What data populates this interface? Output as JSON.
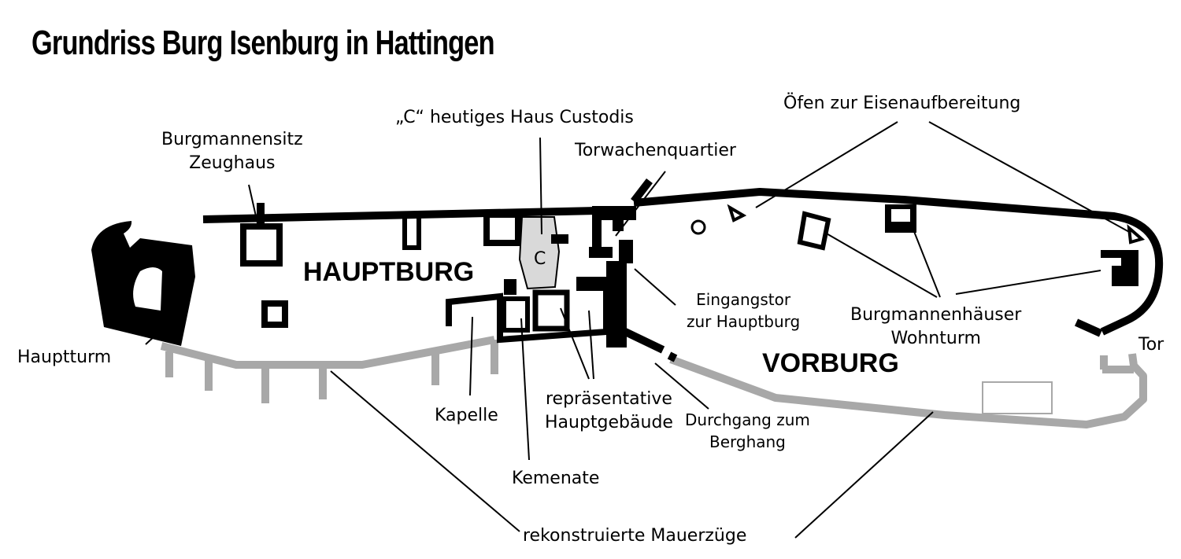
{
  "title": "Grundriss Burg Isenburg in Hattingen",
  "areas": {
    "hauptburg": "HAUPTBURG",
    "vorburg": "VORBURG",
    "custodis_mark": "C"
  },
  "labels": {
    "burgmannensitz_line1": "Burgmannensitz",
    "burgmannensitz_line2": "Zeughaus",
    "custodis": "„C“ heutiges Haus Custodis",
    "torwachenquartier": "Torwachenquartier",
    "oefen": "Öfen zur Eisenaufbereitung",
    "hauptturm": "Hauptturm",
    "eingangstor_line1": "Eingangstor",
    "eingangstor_line2": "zur Hauptburg",
    "burgmannenhaeuser_line1": "Burgmannenhäuser",
    "burgmannenhaeuser_line2": "Wohnturm",
    "tor": "Tor",
    "kapelle": "Kapelle",
    "repraesentative_line1": "repräsentative",
    "repraesentative_line2": "Hauptgebäude",
    "durchgang_line1": "Durchgang zum",
    "durchgang_line2": "Berghang",
    "kemenate": "Kemenate",
    "mauerzuege": "rekonstruierte Mauerzüge"
  },
  "colors": {
    "existing_walls": "#000000",
    "reconstructed_walls": "#a8a8a8",
    "custodis_house": "#d9d9d9",
    "background": "#ffffff"
  }
}
